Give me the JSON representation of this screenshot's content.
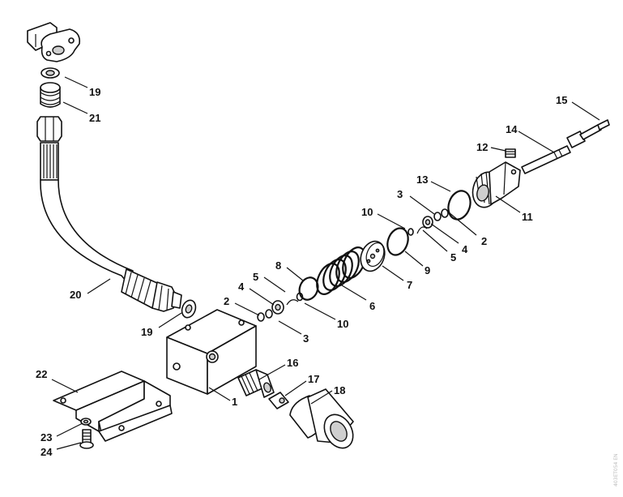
{
  "callouts": {
    "c1": "1",
    "c2a": "2",
    "c2b": "2",
    "c3a": "3",
    "c3b": "3",
    "c4a": "4",
    "c4b": "4",
    "c5a": "5",
    "c5b": "5",
    "c6": "6",
    "c7": "7",
    "c8": "8",
    "c9": "9",
    "c10a": "10",
    "c10b": "10",
    "c11": "11",
    "c12": "12",
    "c13": "13",
    "c14": "14",
    "c15": "15",
    "c16": "16",
    "c17": "17",
    "c18": "18",
    "c19a": "19",
    "c19b": "19",
    "c20": "20",
    "c21": "21",
    "c22": "22",
    "c23": "23",
    "c24": "24"
  },
  "watermark": "403ET054 EN"
}
